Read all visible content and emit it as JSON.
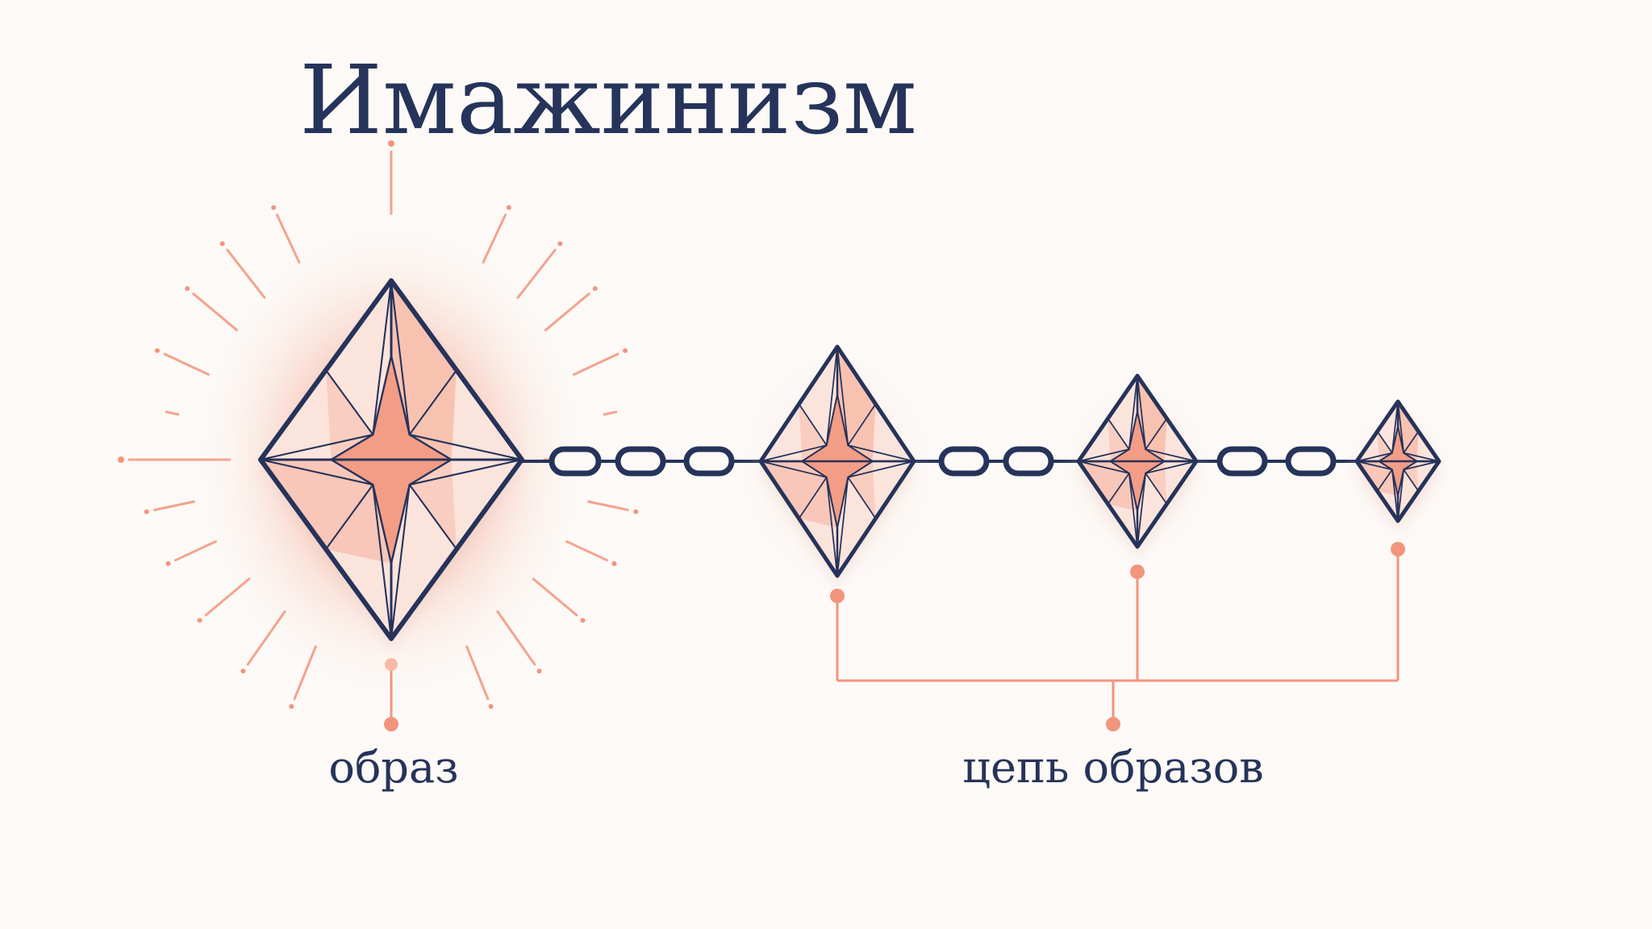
{
  "title": "Имажинизм",
  "labels": {
    "single": "образ",
    "chain": "цепь образов"
  },
  "colors": {
    "background": "#fcf9f6",
    "ink": "#26335a",
    "accent": "#f2957c",
    "accent_fill": "#f5a58e",
    "glow": "#f7b3a0"
  },
  "elements": {
    "main_gem": "diamond-gem-icon",
    "chain_gems": 3,
    "chain_links": "chain-link-icon",
    "rays": "radiating-rays"
  }
}
